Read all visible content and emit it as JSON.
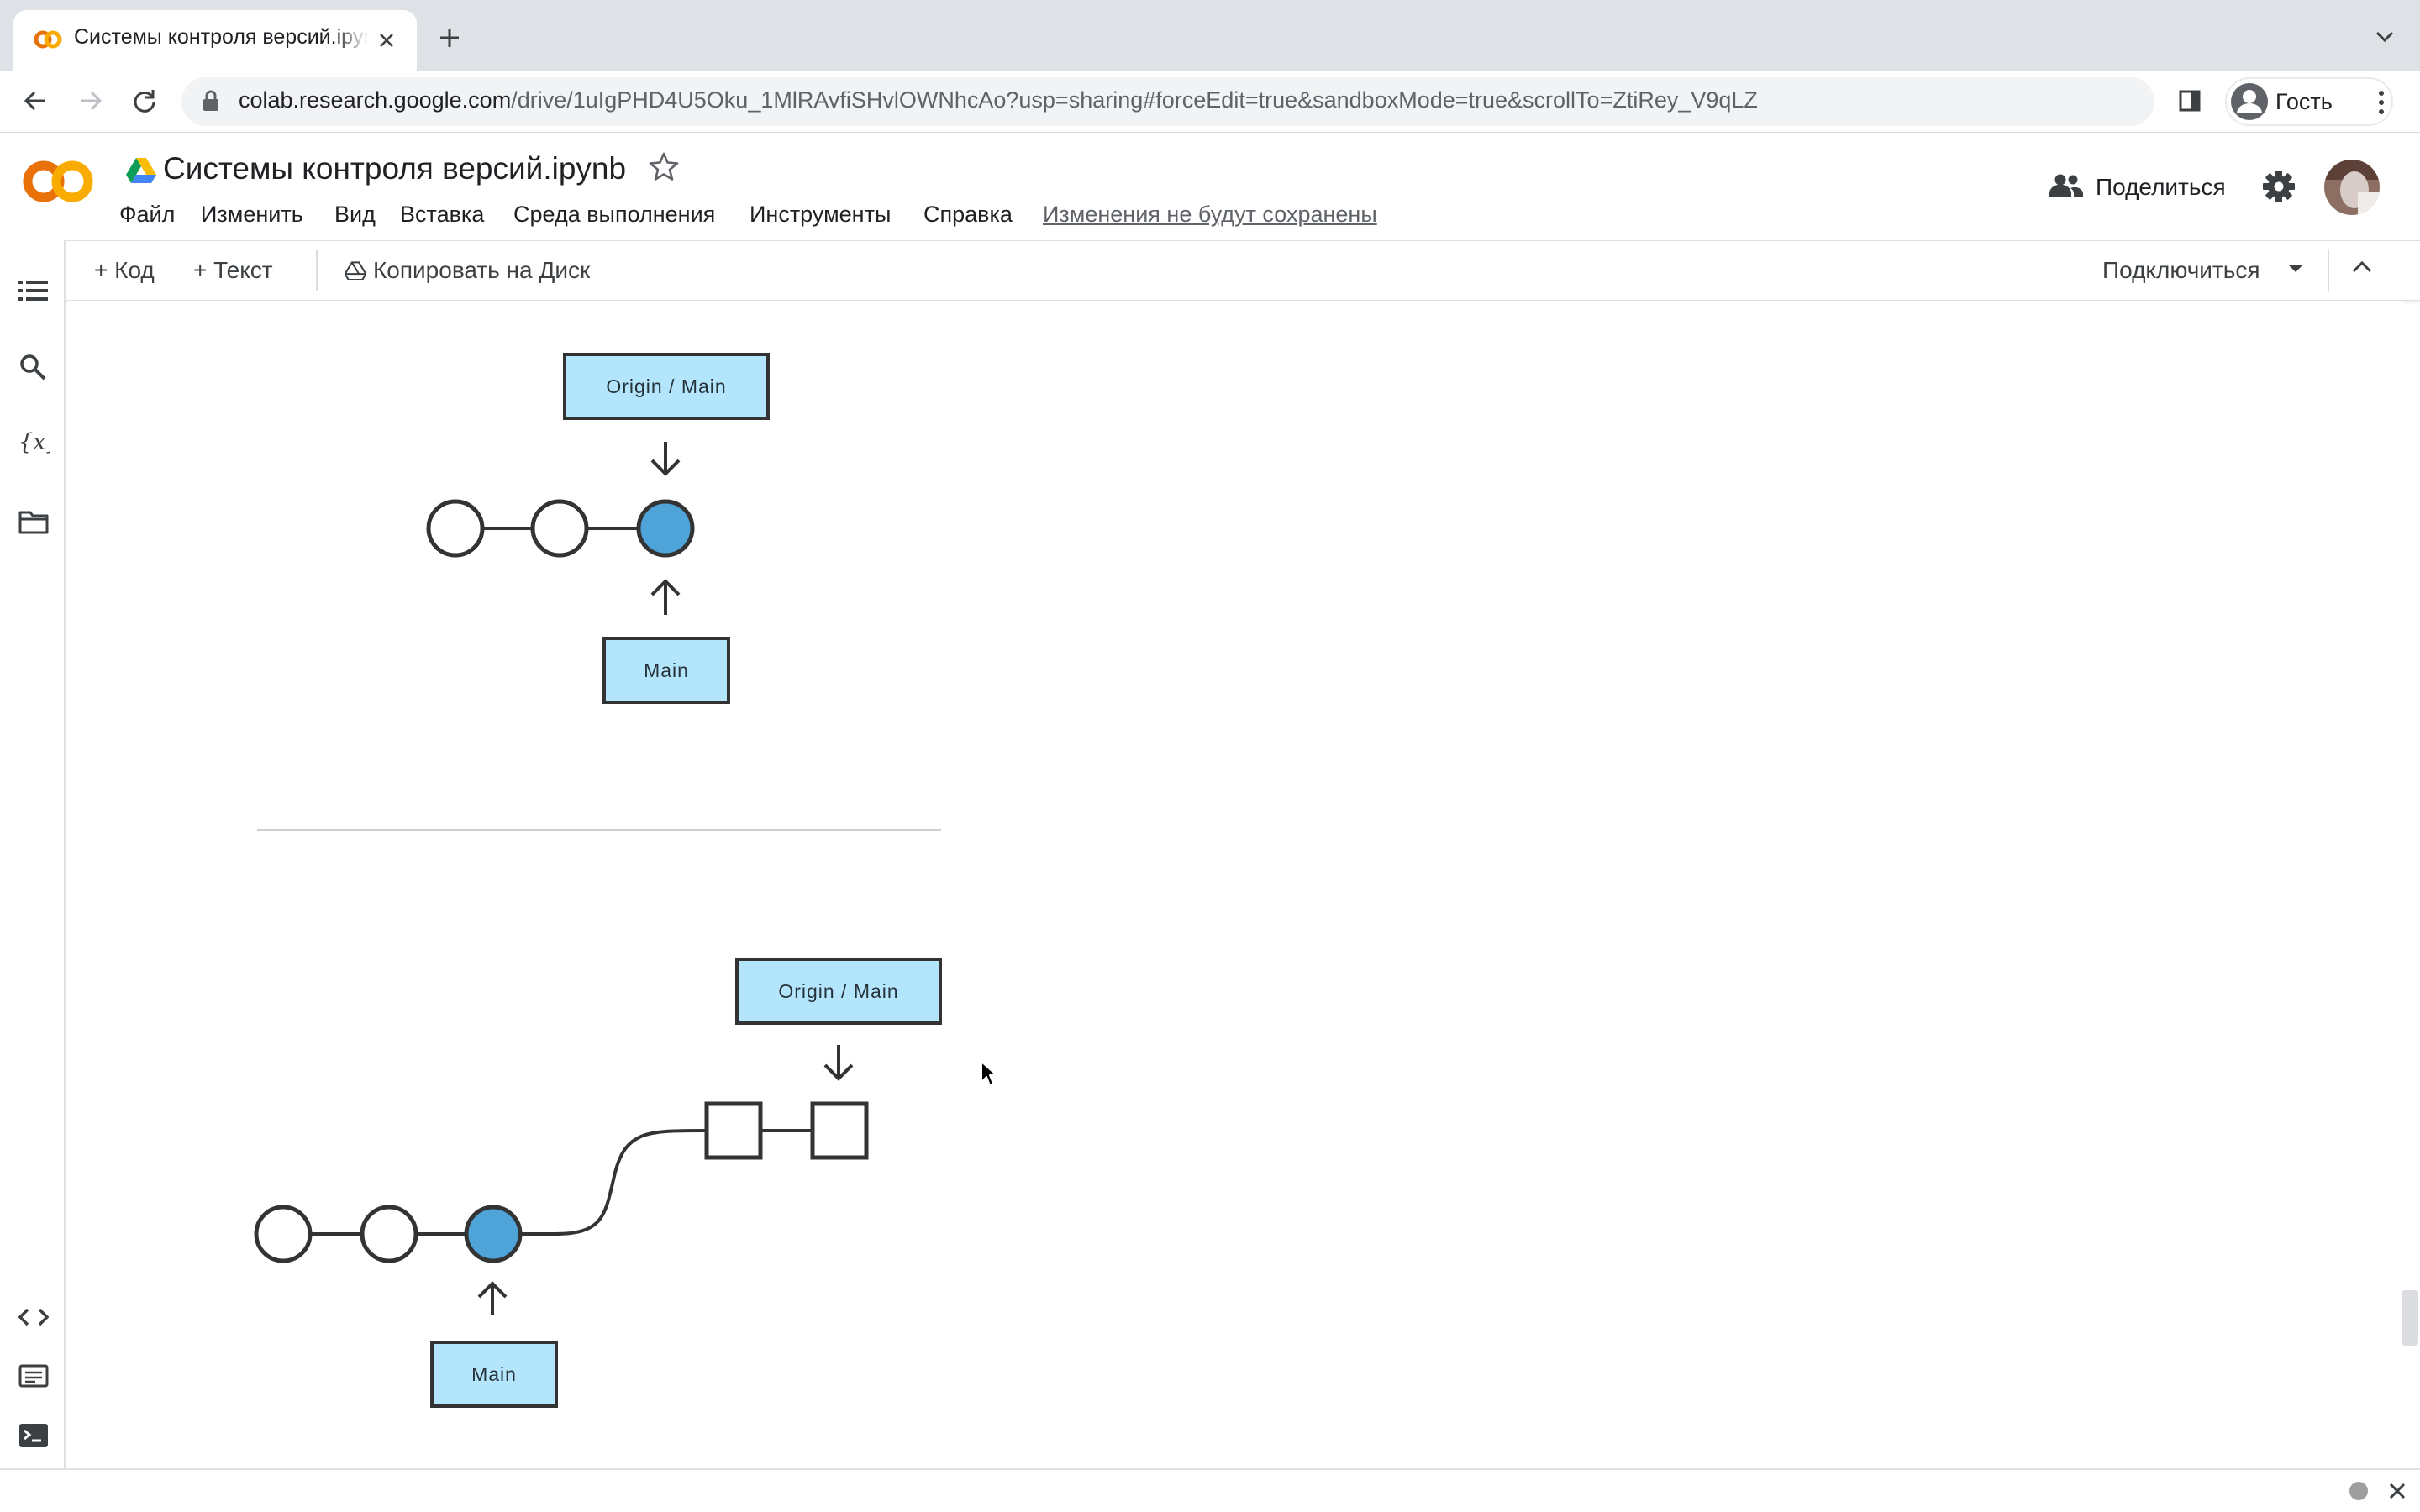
{
  "browser": {
    "tab_title": "Системы контроля версий.ipynb",
    "url_host": "colab.research.google.com",
    "url_path": "/drive/1uIgPHD4U5Oku_1MlRAvfiSHvlOWNhcAo?usp=sharing#forceEdit=true&sandboxMode=true&scrollTo=ZtiRey_V9qLZ",
    "profile_label": "Гость"
  },
  "header": {
    "notebook_title": "Системы контроля версий.ipynb",
    "menu": [
      "Файл",
      "Изменить",
      "Вид",
      "Вставка",
      "Среда выполнения",
      "Инструменты",
      "Справка"
    ],
    "unsaved_notice": "Изменения не будут сохранены",
    "share_label": "Поделиться"
  },
  "toolbar": {
    "add_code": "Код",
    "add_text": "Текст",
    "copy_to_drive": "Копировать на Диск",
    "connect": "Подключиться"
  },
  "diagrams": [
    {
      "top_label": "Origin / Main",
      "bottom_label": "Main",
      "commits": [
        "circle",
        "circle",
        "circle-filled"
      ]
    },
    {
      "top_label": "Origin / Main",
      "bottom_label": "Main",
      "commits": [
        "circle",
        "circle",
        "circle-filled"
      ],
      "remote_commits": [
        "square",
        "square"
      ]
    }
  ],
  "colors": {
    "commit_fill": "#4ea4d9",
    "branch_fill": "#b3e5fc",
    "stroke": "#333333",
    "colab_orange": "#f9ab00",
    "colab_dark_orange": "#e8710a"
  },
  "icons": [
    "colab-logo-icon",
    "drive-icon",
    "star-icon",
    "people-icon",
    "gear-icon",
    "toc-icon",
    "search-icon",
    "variables-icon",
    "folder-icon",
    "code-snippets-icon",
    "command-palette-icon",
    "terminal-icon"
  ]
}
